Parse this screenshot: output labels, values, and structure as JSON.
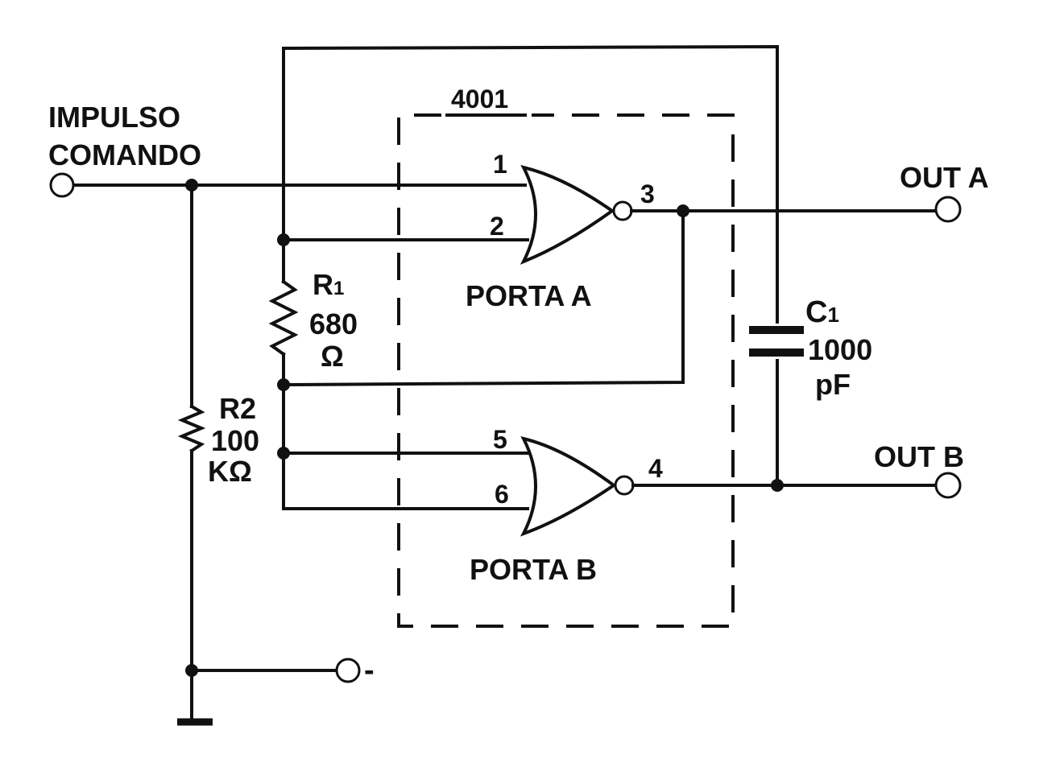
{
  "labels": {
    "input_line1": "IMPULSO",
    "input_line2": "COMANDO",
    "ic": "4001",
    "out_a": "OUT A",
    "out_b": "OUT B",
    "gate_a": "PORTA A",
    "gate_b": "PORTA B",
    "r1_name": "R",
    "r1_sub": "1",
    "r1_value": "680",
    "r1_unit": "Ω",
    "r2_name": "R2",
    "r2_value": "100",
    "r2_unit": "KΩ",
    "c1_name": "C",
    "c1_sub": "1",
    "c1_value": "1000",
    "c1_unit": "pF",
    "neg": "-"
  },
  "pins": {
    "p1": "1",
    "p2": "2",
    "p3": "3",
    "p4": "4",
    "p5": "5",
    "p6": "6"
  }
}
